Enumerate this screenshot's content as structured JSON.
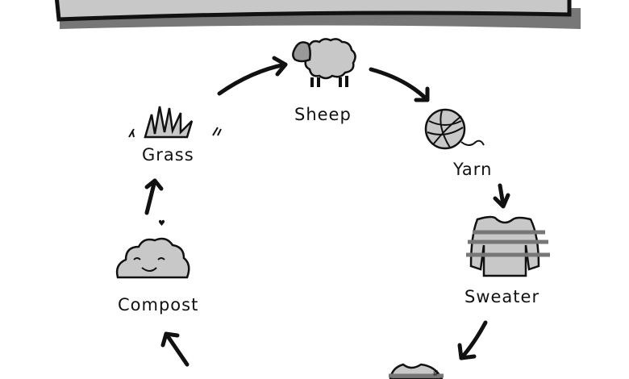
{
  "diagram": {
    "type": "cycle",
    "nodes": [
      {
        "label": "Sheep",
        "icon": "sheep-icon"
      },
      {
        "label": "Yarn",
        "icon": "yarn-ball-icon"
      },
      {
        "label": "Sweater",
        "icon": "sweater-icon"
      },
      {
        "label": "Compost",
        "icon": "compost-icon"
      },
      {
        "label": "Grass",
        "icon": "grass-icon"
      }
    ],
    "colors": {
      "ink": "#111111",
      "fill": "#c8c8c8",
      "shadow": "#777777"
    }
  }
}
